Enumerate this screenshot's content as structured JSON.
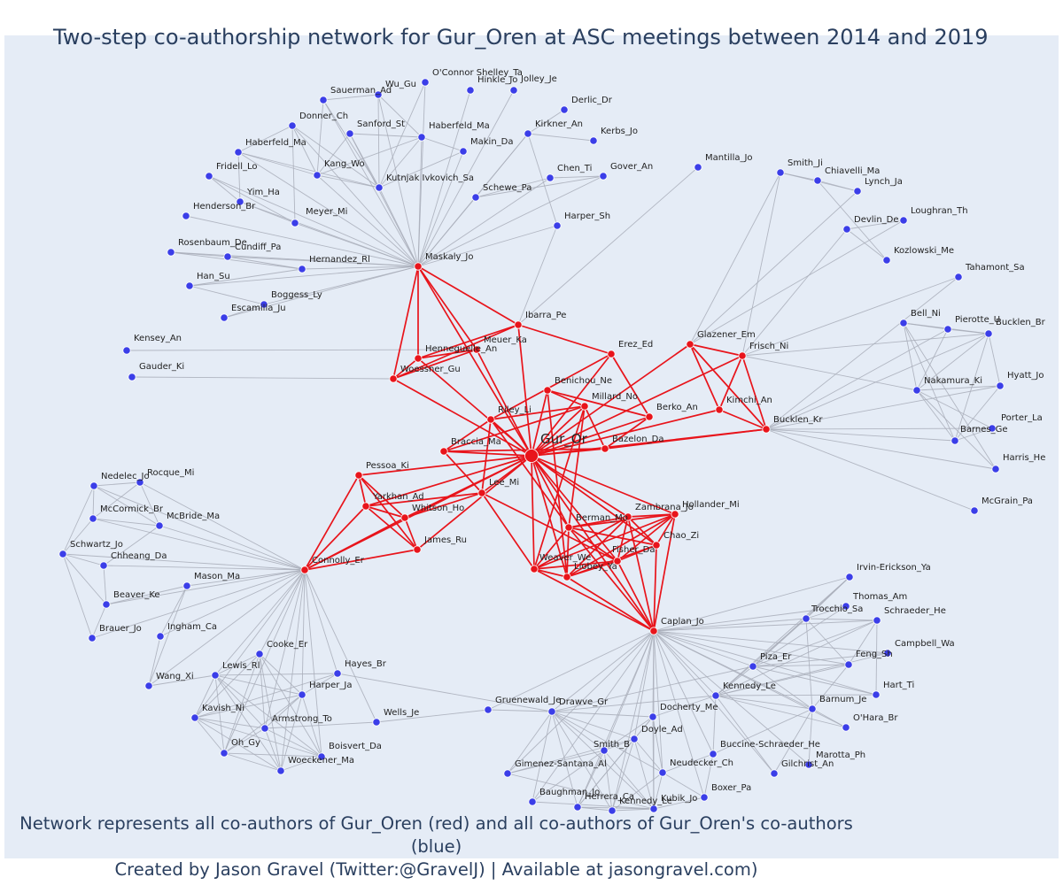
{
  "title": "Two-step co-authorship network for Gur_Oren at ASC meetings between 2014 and 2019",
  "caption_line1": "Network represents all co-authors of Gur_Oren (red) and all co-authors of Gur_Oren's co-authors (blue)",
  "caption_line2": "Created by Jason Gravel (Twitter:@GravelJ) | Available at jasongravel.com)",
  "colors": {
    "red": "#e8141b",
    "blue": "#3b3ee8",
    "edge_red": "#e8141b",
    "edge_grey": "#a8adb8",
    "background": "#e5ecf6"
  },
  "center": "Gur_Or",
  "first_degree": [
    "Maskaly_Jo",
    "Ibarra_Pe",
    "Henneguelle_An",
    "Meuer_Ka",
    "Woessner_Gu",
    "Erez_Ed",
    "Benichou_Ne",
    "Millard_No",
    "Riley_Li",
    "Berko_An",
    "Braccia_Ma",
    "Bazelon_Da",
    "Glazener_Em",
    "Frisch_Ni",
    "Kimchi_An",
    "Bucklen_Kr",
    "Pessoa_Ki",
    "Lee_Mi",
    "Yarkhan_Ad",
    "Whitson_Ho",
    "James_Ru",
    "Connolly_Er",
    "Berman_Mo",
    "Zambrana_Jo",
    "Hollander_Mi",
    "Chao_Zi",
    "Fisher_Da",
    "Weaver_We",
    "Liobey_Ya",
    "Caplan_Jo"
  ],
  "second_degree": [
    "O'Connor Shelley_Ta",
    "Wu_Gu",
    "Hinkle_Jo",
    "Jolley_Je",
    "Sauerman_Ad",
    "Derlic_Dr",
    "Donner_Ch",
    "Sanford_St",
    "Haberfeld_Ma",
    "Kirkner_An",
    "Kerbs_Jo",
    "Haberfeld_Ma",
    "Makin_Da",
    "Fridell_Lo",
    "Kang_Wo",
    "Kutnjak Ivkovich_Sa",
    "Chen_Ti",
    "Gover_An",
    "Mantilla_Jo",
    "Yim_Ha",
    "Schewe_Pa",
    "Henderson_Br",
    "Meyer_Mi",
    "Harper_Sh",
    "Rosenbaum_De",
    "Cundiff_Pa",
    "Hernandez_Rl",
    "Han_Su",
    "Boggess_Ly",
    "Escamilla_Ju",
    "Kensey_An",
    "Gauder_Ki",
    "Smith_Ji",
    "Chiavelli_Ma",
    "Lynch_Ja",
    "Devlin_De",
    "Loughran_Th",
    "Kozlowski_Me",
    "Tahamont_Sa",
    "Bell_Ni",
    "Pierotte_U",
    "Bucklen_Br",
    "Hyatt_Jo",
    "Nakamura_Ki",
    "Porter_La",
    "Barnes_Ge",
    "Harris_He",
    "McGrain_Pa",
    "Nedelec_Jo",
    "Rocque_Mi",
    "McCormick_Br",
    "McBride_Ma",
    "Schwartz_Jo",
    "Chheang_Da",
    "Mason_Ma",
    "Beaver_Ke",
    "Brauer_Jo",
    "Ingham_Ca",
    "Cooke_Er",
    "Hayes_Br",
    "Wang_Xi",
    "Lewis_Rl",
    "Harper_Ja",
    "Kavish_Ni",
    "Armstrong_To",
    "Wells_Je",
    "Oh_Gy",
    "Boisvert_Da",
    "Woeckener_Ma",
    "Irvin-Erickson_Ya",
    "Thomas_Am",
    "Trocchio_Sa",
    "Schraeder_He",
    "Campbell_Wa",
    "Piza_Er",
    "Feng_Sh",
    "Kennedy_Le",
    "Hart_Ti",
    "Barnum_Je",
    "O'Hara_Br",
    "Gruenewald_Je",
    "Drawve_Gr",
    "Docherty_Me",
    "Doyle_Ad",
    "Smith_B",
    "Buccine-Schraeder_He",
    "Gilchrist_An",
    "Marotta_Ph",
    "Gimenez-Santana_Al",
    "Neudecker_Ch",
    "Boxer_Pa",
    "Baughman_Jo",
    "Herrera_Ca",
    "Kennedy_Le",
    "Kubik_Jo"
  ]
}
